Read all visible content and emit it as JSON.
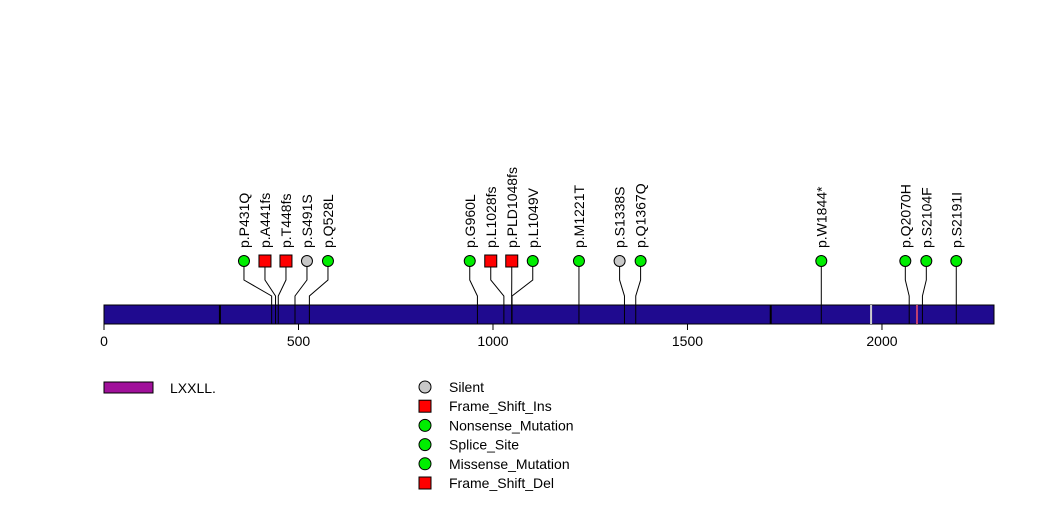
{
  "chart_data": {
    "type": "lollipop",
    "protein_length": 2288,
    "xlim": [
      0,
      2288
    ],
    "x_ticks": [
      0,
      500,
      1000,
      1500,
      2000
    ],
    "bar_color": "#1f0a8f",
    "domains": [
      {
        "name": "LXXLL.",
        "color": "#a0109a",
        "positions": [
          298,
          1714,
          1972,
          2090
        ]
      }
    ],
    "mutations": [
      {
        "label": "p.P431Q",
        "pos": 431,
        "type": "Missense_Mutation"
      },
      {
        "label": "p.A441fs",
        "pos": 441,
        "type": "Frame_Shift_Ins"
      },
      {
        "label": "p.T448fs",
        "pos": 448,
        "type": "Frame_Shift_Del"
      },
      {
        "label": "p.S491S",
        "pos": 491,
        "type": "Silent"
      },
      {
        "label": "p.Q528L",
        "pos": 528,
        "type": "Missense_Mutation"
      },
      {
        "label": "p.G960L",
        "pos": 960,
        "type": "Missense_Mutation"
      },
      {
        "label": "p.L1028fs",
        "pos": 1028,
        "type": "Frame_Shift_Del"
      },
      {
        "label": "p.PLD1048fs",
        "pos": 1048,
        "type": "Frame_Shift_Del"
      },
      {
        "label": "p.L1049V",
        "pos": 1049,
        "type": "Missense_Mutation"
      },
      {
        "label": "p.M1221T",
        "pos": 1221,
        "type": "Missense_Mutation"
      },
      {
        "label": "p.S1338S",
        "pos": 1338,
        "type": "Silent"
      },
      {
        "label": "p.Q1367Q",
        "pos": 1367,
        "type": "Splice_Site"
      },
      {
        "label": "p.W1844*",
        "pos": 1844,
        "type": "Nonsense_Mutation"
      },
      {
        "label": "p.Q2070H",
        "pos": 2070,
        "type": "Missense_Mutation"
      },
      {
        "label": "p.S2104F",
        "pos": 2104,
        "type": "Missense_Mutation"
      },
      {
        "label": "p.S2191I",
        "pos": 2191,
        "type": "Missense_Mutation"
      }
    ],
    "legend": {
      "domains": [
        {
          "label": "LXXLL.",
          "color": "#a0109a"
        }
      ],
      "mutation_types": [
        {
          "label": "Silent",
          "shape": "circle",
          "color": "#c8c8c8"
        },
        {
          "label": "Frame_Shift_Ins",
          "shape": "square",
          "color": "#ff0000"
        },
        {
          "label": "Nonsense_Mutation",
          "shape": "circle",
          "color": "#00ee00"
        },
        {
          "label": "Splice_Site",
          "shape": "circle",
          "color": "#00ee00"
        },
        {
          "label": "Missense_Mutation",
          "shape": "circle",
          "color": "#00ee00"
        },
        {
          "label": "Frame_Shift_Del",
          "shape": "square",
          "color": "#ff0000"
        }
      ]
    }
  }
}
